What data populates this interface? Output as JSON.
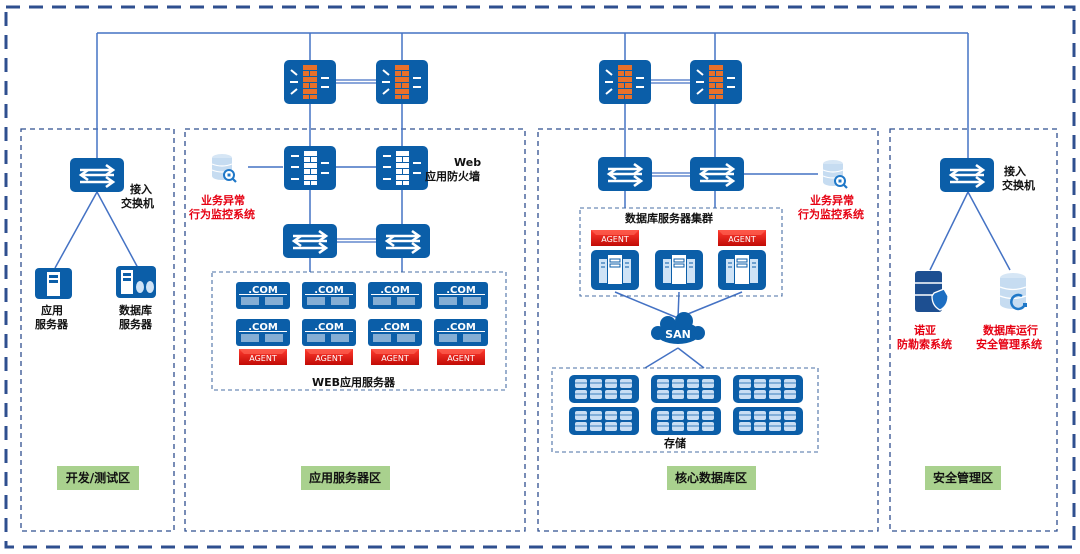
{
  "colors": {
    "device_blue": "#0b5ea8",
    "line_blue": "#4472c4",
    "border_dash": "#2f4f8f",
    "firewall_orange": "#e8702a",
    "agent_red": "#e3120b",
    "zone_label_green": "#a9d18e",
    "alert_red": "#e60012"
  },
  "zones": [
    {
      "id": "dev",
      "label": "开发/测试区"
    },
    {
      "id": "app",
      "label": "应用服务器区"
    },
    {
      "id": "db",
      "label": "核心数据库区"
    },
    {
      "id": "sec",
      "label": "安全管理区"
    }
  ],
  "dev_zone": {
    "switch_label_1": "接入",
    "switch_label_2": "交换机",
    "app_server_1": "应用",
    "app_server_2": "服务器",
    "db_server_1": "数据库",
    "db_server_2": "服务器"
  },
  "app_zone": {
    "waf_label_1": "Web",
    "waf_label_2": "应用防火墙",
    "monitor_label_1": "业务异常",
    "monitor_label_2": "行为监控系统",
    "web_group_label": "WEB应用服务器",
    "web_server_text": ".COM",
    "agent_text": "AGENT"
  },
  "db_zone": {
    "monitor_label_1": "业务异常",
    "monitor_label_2": "行为监控系统",
    "cluster_label": "数据库服务器集群",
    "agent_text": "AGENT",
    "san_label": "SAN",
    "storage_label": "存储"
  },
  "sec_zone": {
    "switch_label_1": "接入",
    "switch_label_2": "交换机",
    "ransom_label_1": "诺亚",
    "ransom_label_2": "防勒索系统",
    "dbsec_label_1": "数据库运行",
    "dbsec_label_2": "安全管理系统"
  }
}
